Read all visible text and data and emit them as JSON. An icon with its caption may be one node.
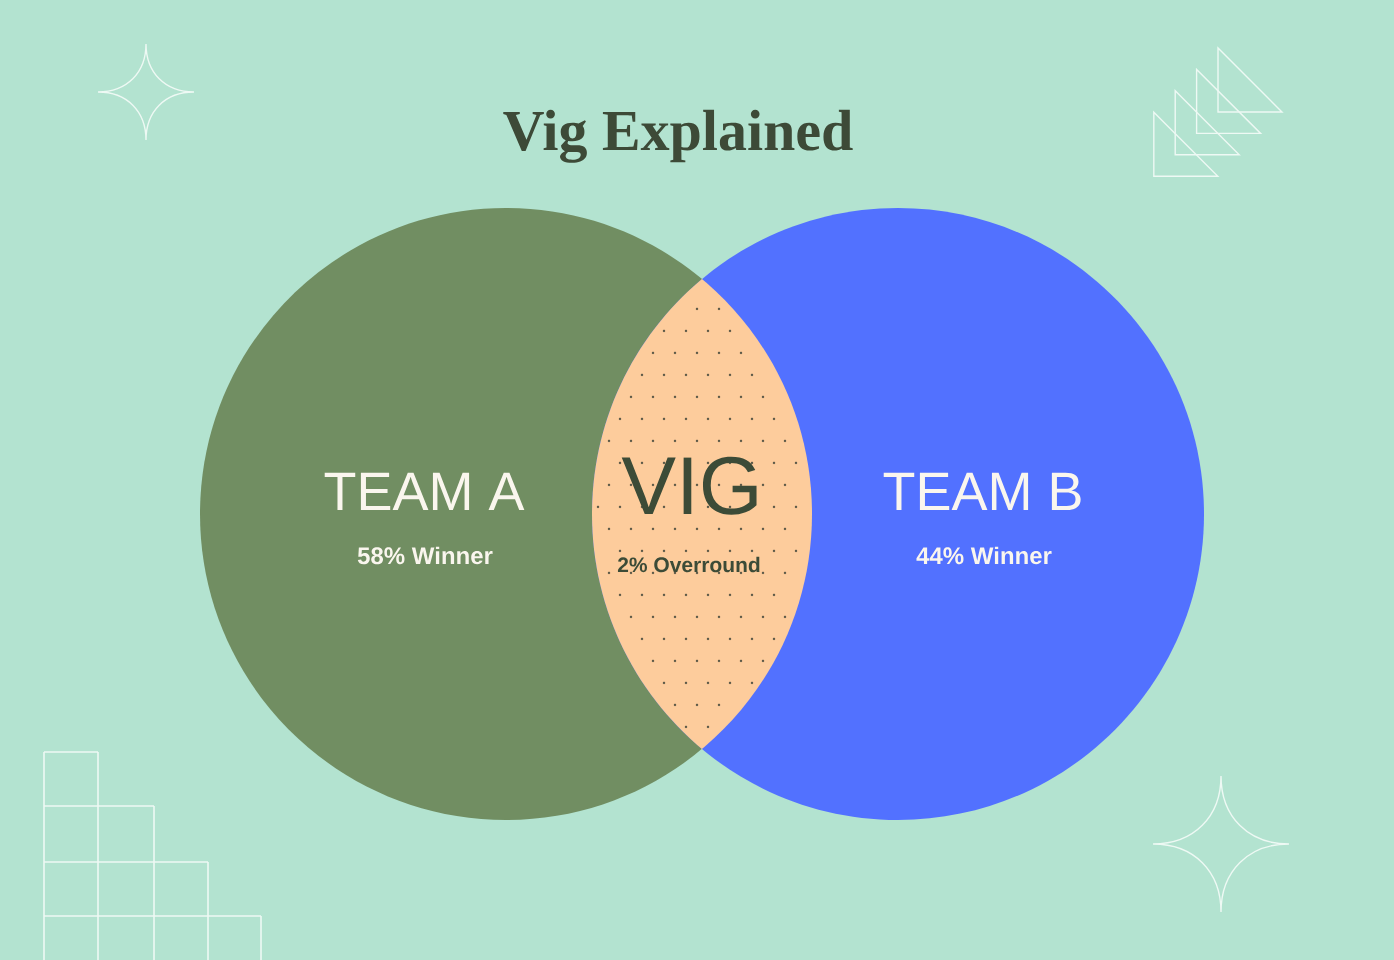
{
  "diagram": {
    "title": "Vig Explained",
    "nodes": [
      {
        "text": [
          "TEAM A",
          "58% Winner"
        ]
      },
      {
        "text": [
          "VIG",
          "2% Overround"
        ]
      },
      {
        "text": [
          "TEAM B",
          "44% Winner"
        ]
      }
    ]
  }
}
